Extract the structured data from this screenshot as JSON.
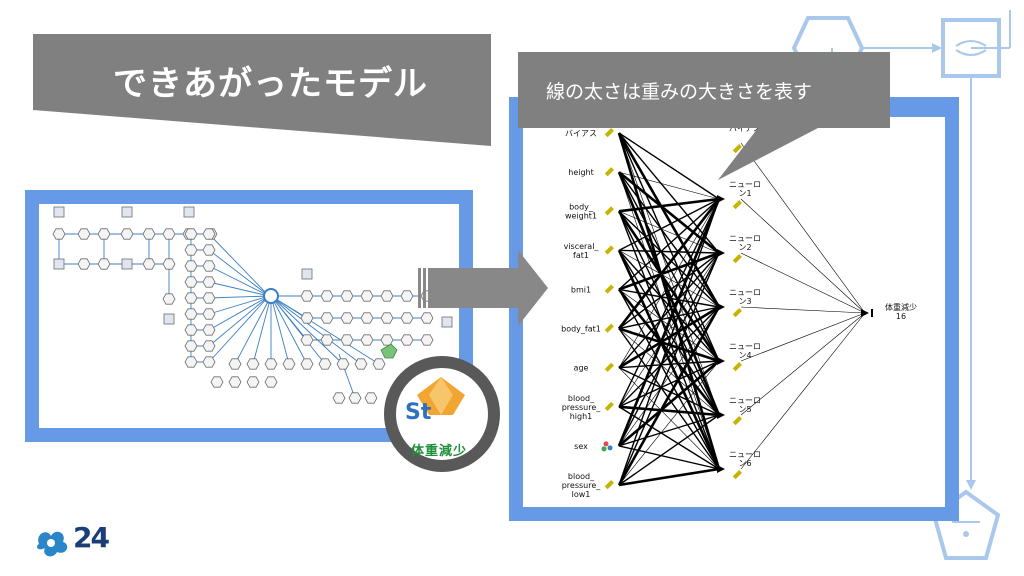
{
  "slide": {
    "title": "できあがったモデル",
    "caption": "線の太さは重みの大きさを表す",
    "badge_text": "体重減少",
    "logo_text": "24"
  },
  "network": {
    "inputs": [
      "バイアス",
      "height",
      "body_\nweight1",
      "visceral_\nfat1",
      "bmi1",
      "body_fat1",
      "age",
      "blood_\npressure_\nhigh1",
      "sex",
      "blood_\npressure_\nlow1"
    ],
    "hidden": [
      "バイアス",
      "ニューロ\nン1",
      "ニューロ\nン2",
      "ニューロ\nン3",
      "ニューロ\nン4",
      "ニューロ\nン5",
      "ニューロ\nン6"
    ],
    "output": "体重減少\n16"
  },
  "colors": {
    "frame_blue": "#6699e6",
    "banner_gray": "#808080",
    "deco_blue": "#a9c8ec",
    "flow_blue": "#3a7fc4"
  }
}
